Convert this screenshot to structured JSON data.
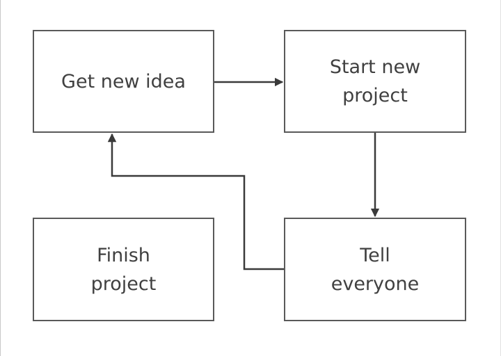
{
  "diagram": {
    "boxes": {
      "get_idea": "Get new idea",
      "start_project": "Start new\nproject",
      "finish_project": "Finish\nproject",
      "tell_everyone": "Tell\neveryone"
    },
    "edges": [
      {
        "from": "get_idea",
        "to": "start_project"
      },
      {
        "from": "start_project",
        "to": "tell_everyone"
      },
      {
        "from": "tell_everyone",
        "to": "get_idea"
      }
    ],
    "colors": {
      "stroke": "#595959",
      "text": "#404040",
      "background": "#ffffff"
    }
  }
}
